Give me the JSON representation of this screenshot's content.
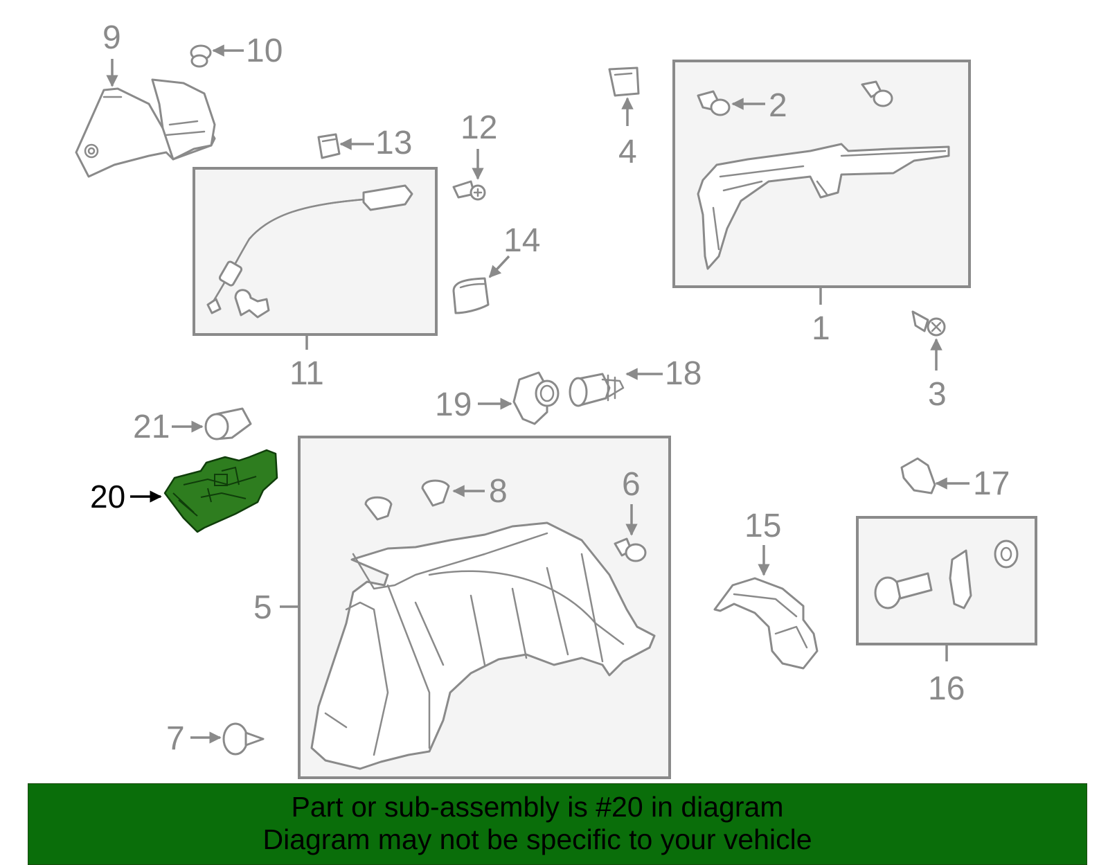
{
  "diagram": {
    "highlighted_part": "20",
    "highlight_color": "#2e7d1f",
    "callouts": {
      "c1": "1",
      "c2": "2",
      "c3": "3",
      "c4": "4",
      "c5": "5",
      "c6": "6",
      "c7": "7",
      "c8": "8",
      "c9": "9",
      "c10": "10",
      "c11": "11",
      "c12": "12",
      "c13": "13",
      "c14": "14",
      "c15": "15",
      "c16": "16",
      "c17": "17",
      "c18": "18",
      "c19": "19",
      "c20": "20",
      "c21": "21"
    }
  },
  "banner": {
    "background_color": "#0a6e0a",
    "line1": "Part or sub-assembly is #20 in diagram",
    "line2": "Diagram may not be specific to your vehicle"
  }
}
